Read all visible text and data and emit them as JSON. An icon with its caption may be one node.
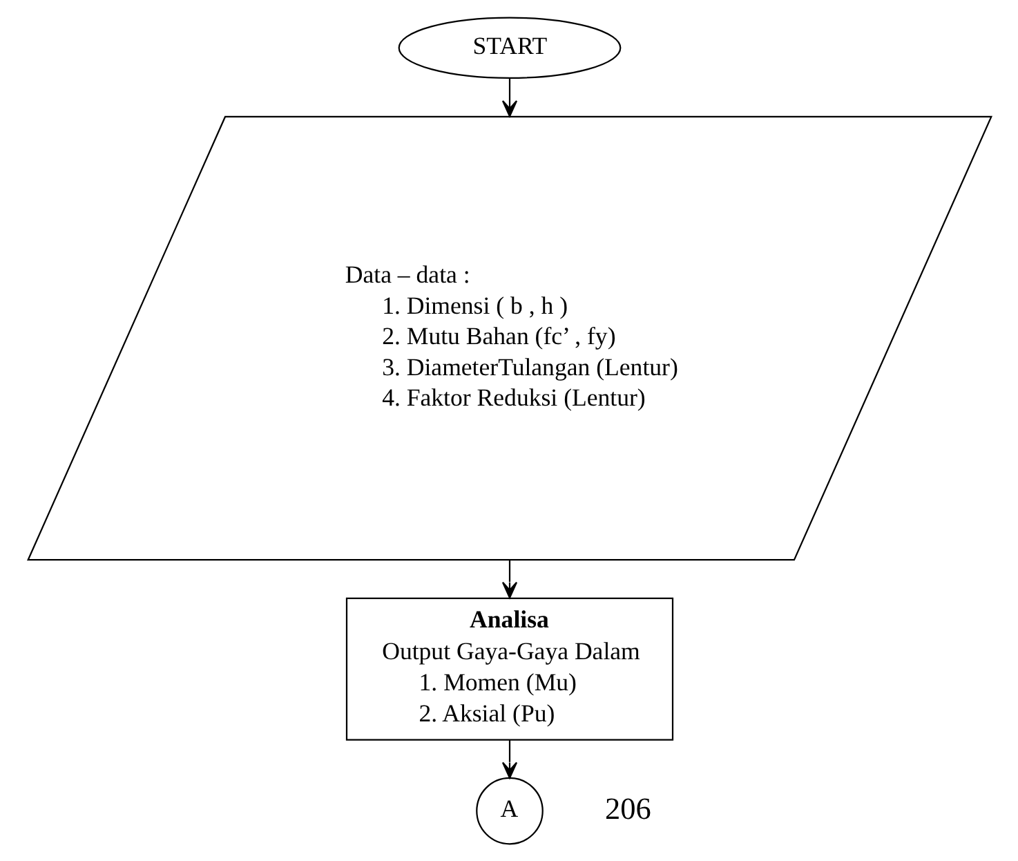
{
  "diagram": {
    "nodes": [
      {
        "text": [
          "START"
        ]
      },
      {
        "text": [
          "Data – data :",
          "1. Dimensi ( b , h )",
          "2. Mutu Bahan (fc’ , fy)",
          "3. DiameterTulangan (Lentur)",
          "4. Faktor Reduksi (Lentur)"
        ]
      },
      {
        "text": [
          "Analisa",
          "Output Gaya-Gaya Dalam",
          "1. Momen (Mu)",
          "2. Aksial (Pu)"
        ]
      },
      {
        "text": [
          "A"
        ]
      }
    ],
    "edges": [
      {
        "from": 0,
        "to": 1,
        "arrow": "to"
      },
      {
        "from": 1,
        "to": 2,
        "arrow": "to"
      },
      {
        "from": 2,
        "to": 3,
        "arrow": "to"
      }
    ],
    "labels": [
      "206"
    ]
  }
}
